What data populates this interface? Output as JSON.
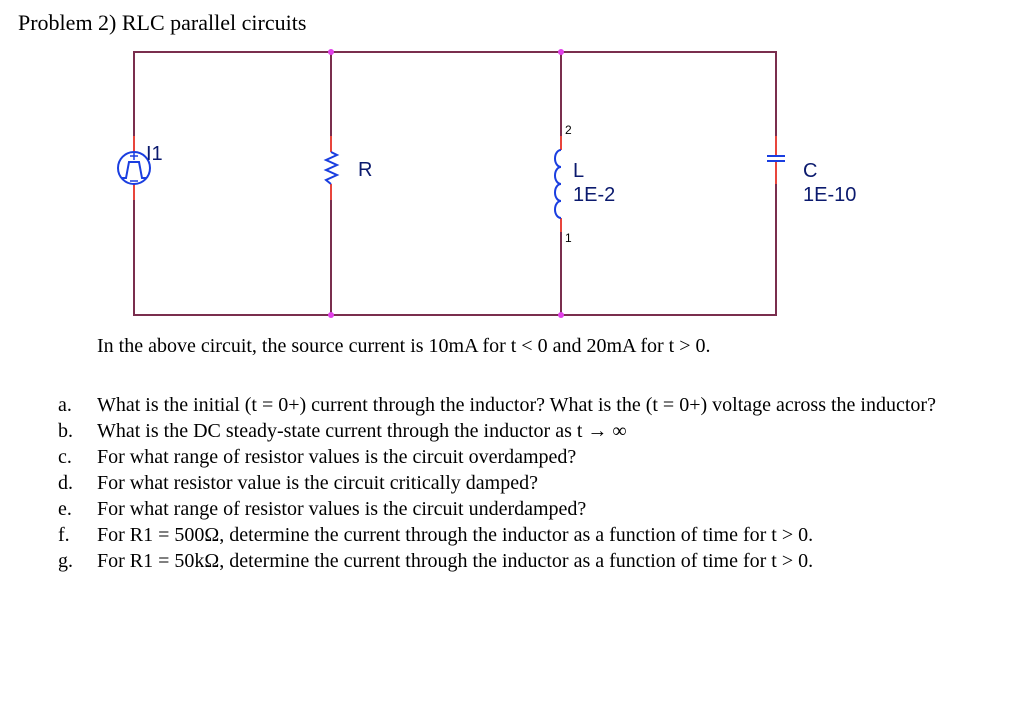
{
  "title": "Problem 2) RLC parallel circuits",
  "circuit": {
    "source": {
      "name": "I1",
      "type": "pulse current source"
    },
    "resistor": {
      "name": "R"
    },
    "inductor": {
      "name": "L",
      "value": "1E-2",
      "pin_top": "2",
      "pin_bottom": "1"
    },
    "capacitor": {
      "name": "C",
      "value": "1E-10"
    },
    "colors": {
      "wire": "#7a2e4e",
      "component": "#1a3ee0",
      "pin": "#e8453c",
      "junction": "#e040e8"
    }
  },
  "statement": "In the above circuit, the source current is 10mA for t < 0 and 20mA for t > 0.",
  "questions": [
    {
      "letter": "a.",
      "text": "What is the initial (t = 0+) current through the inductor? What is the (t = 0+) voltage across the inductor?"
    },
    {
      "letter": "b.",
      "text": "What is the DC steady-state current through the inductor as t → ∞"
    },
    {
      "letter": "c.",
      "text": "For what range of resistor values is the circuit overdamped?"
    },
    {
      "letter": "d.",
      "text": "For what resistor value is the circuit critically damped?"
    },
    {
      "letter": "e.",
      "text": "For what range of resistor values is the circuit underdamped?"
    },
    {
      "letter": "f.",
      "text": "For R1 = 500Ω, determine the current through the inductor as a function of time for t > 0."
    },
    {
      "letter": "g.",
      "text": "For R1 = 50kΩ, determine the current through the inductor as a function of time for t > 0."
    }
  ]
}
